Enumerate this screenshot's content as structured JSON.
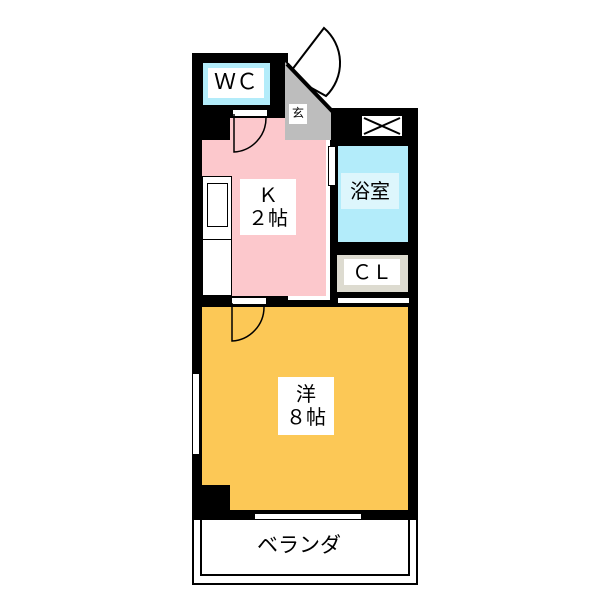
{
  "floorplan": {
    "rooms": {
      "wc": {
        "label": "ＷＣ",
        "color": "#b3ecfa"
      },
      "genkan": {
        "label": "玄",
        "color": "#bdbdbd"
      },
      "kitchen": {
        "label": "Ｋ\n２帖",
        "color": "#fcc8cc"
      },
      "bath": {
        "label": "浴室",
        "color": "#b3ecfa"
      },
      "closet": {
        "label": "ＣＬ",
        "color": "#dddbd0"
      },
      "western": {
        "label": "洋\n８帖",
        "color": "#fcc856"
      },
      "balcony": {
        "label": "ベランダ",
        "color": "#ffffff"
      }
    },
    "wall_color": "#000000"
  }
}
